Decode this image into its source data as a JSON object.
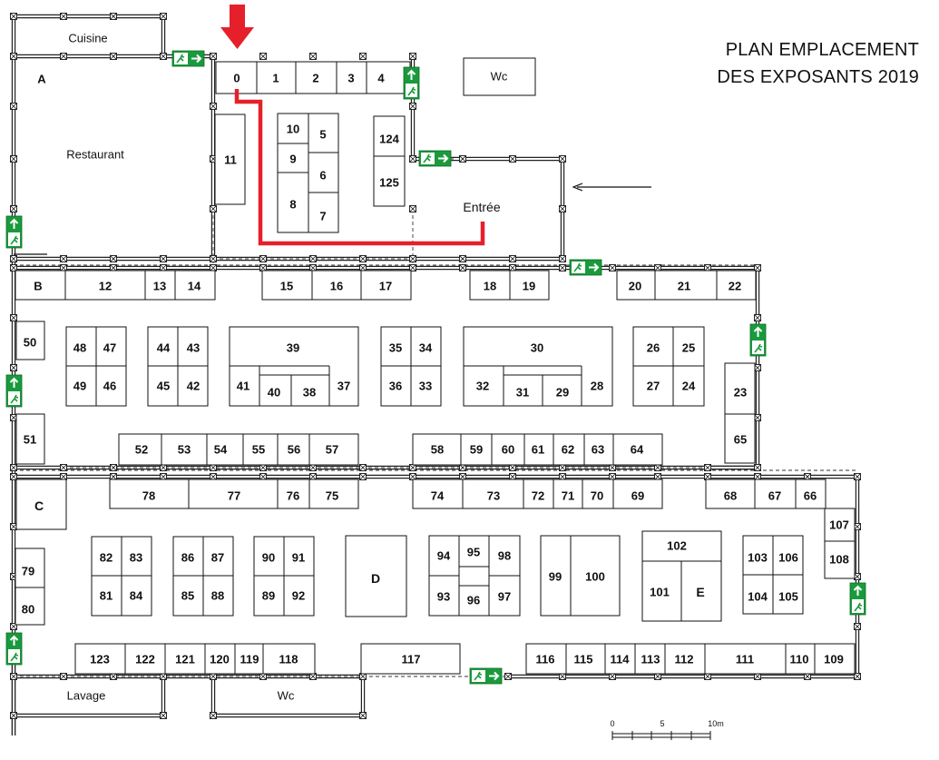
{
  "title": {
    "line1": "PLAN EMPLACEMENT",
    "line2": "DES EXPOSANTS 2019"
  },
  "areas": {
    "cuisine": "Cuisine",
    "a": "A",
    "restaurant": "Restaurant",
    "wc_top": "Wc",
    "entree": "Entrée",
    "b": "B",
    "c": "C",
    "d": "D",
    "e": "E",
    "lavage": "Lavage",
    "wc_bottom": "Wc"
  },
  "stands": [
    "0",
    "1",
    "2",
    "3",
    "4",
    "5",
    "6",
    "7",
    "8",
    "9",
    "10",
    "11",
    "12",
    "13",
    "14",
    "15",
    "16",
    "17",
    "18",
    "19",
    "20",
    "21",
    "22",
    "23",
    "24",
    "25",
    "26",
    "27",
    "28",
    "29",
    "30",
    "31",
    "32",
    "33",
    "34",
    "35",
    "36",
    "37",
    "38",
    "39",
    "40",
    "41",
    "42",
    "43",
    "44",
    "45",
    "46",
    "47",
    "48",
    "49",
    "50",
    "51",
    "52",
    "53",
    "54",
    "55",
    "56",
    "57",
    "58",
    "59",
    "60",
    "61",
    "62",
    "63",
    "64",
    "65",
    "66",
    "67",
    "68",
    "69",
    "70",
    "71",
    "72",
    "73",
    "74",
    "75",
    "76",
    "77",
    "78",
    "79",
    "80",
    "81",
    "82",
    "83",
    "84",
    "85",
    "86",
    "87",
    "88",
    "89",
    "90",
    "91",
    "92",
    "93",
    "94",
    "95",
    "96",
    "97",
    "98",
    "99",
    "100",
    "101",
    "102",
    "103",
    "104",
    "105",
    "106",
    "107",
    "108",
    "109",
    "110",
    "111",
    "112",
    "113",
    "114",
    "115",
    "116",
    "117",
    "118",
    "119",
    "120",
    "121",
    "122",
    "123",
    "124",
    "125"
  ],
  "scale": {
    "labels": [
      "0",
      "5",
      "10m"
    ]
  },
  "highlight": {
    "target_stand": "0",
    "color": "#e5202a"
  },
  "colors": {
    "exit_green": "#1a9a3c",
    "wall": "#222222"
  },
  "icons": {
    "exit": "emergency-exit-icon",
    "marker": "red-down-arrow-icon",
    "entry": "entry-arrow-icon"
  }
}
